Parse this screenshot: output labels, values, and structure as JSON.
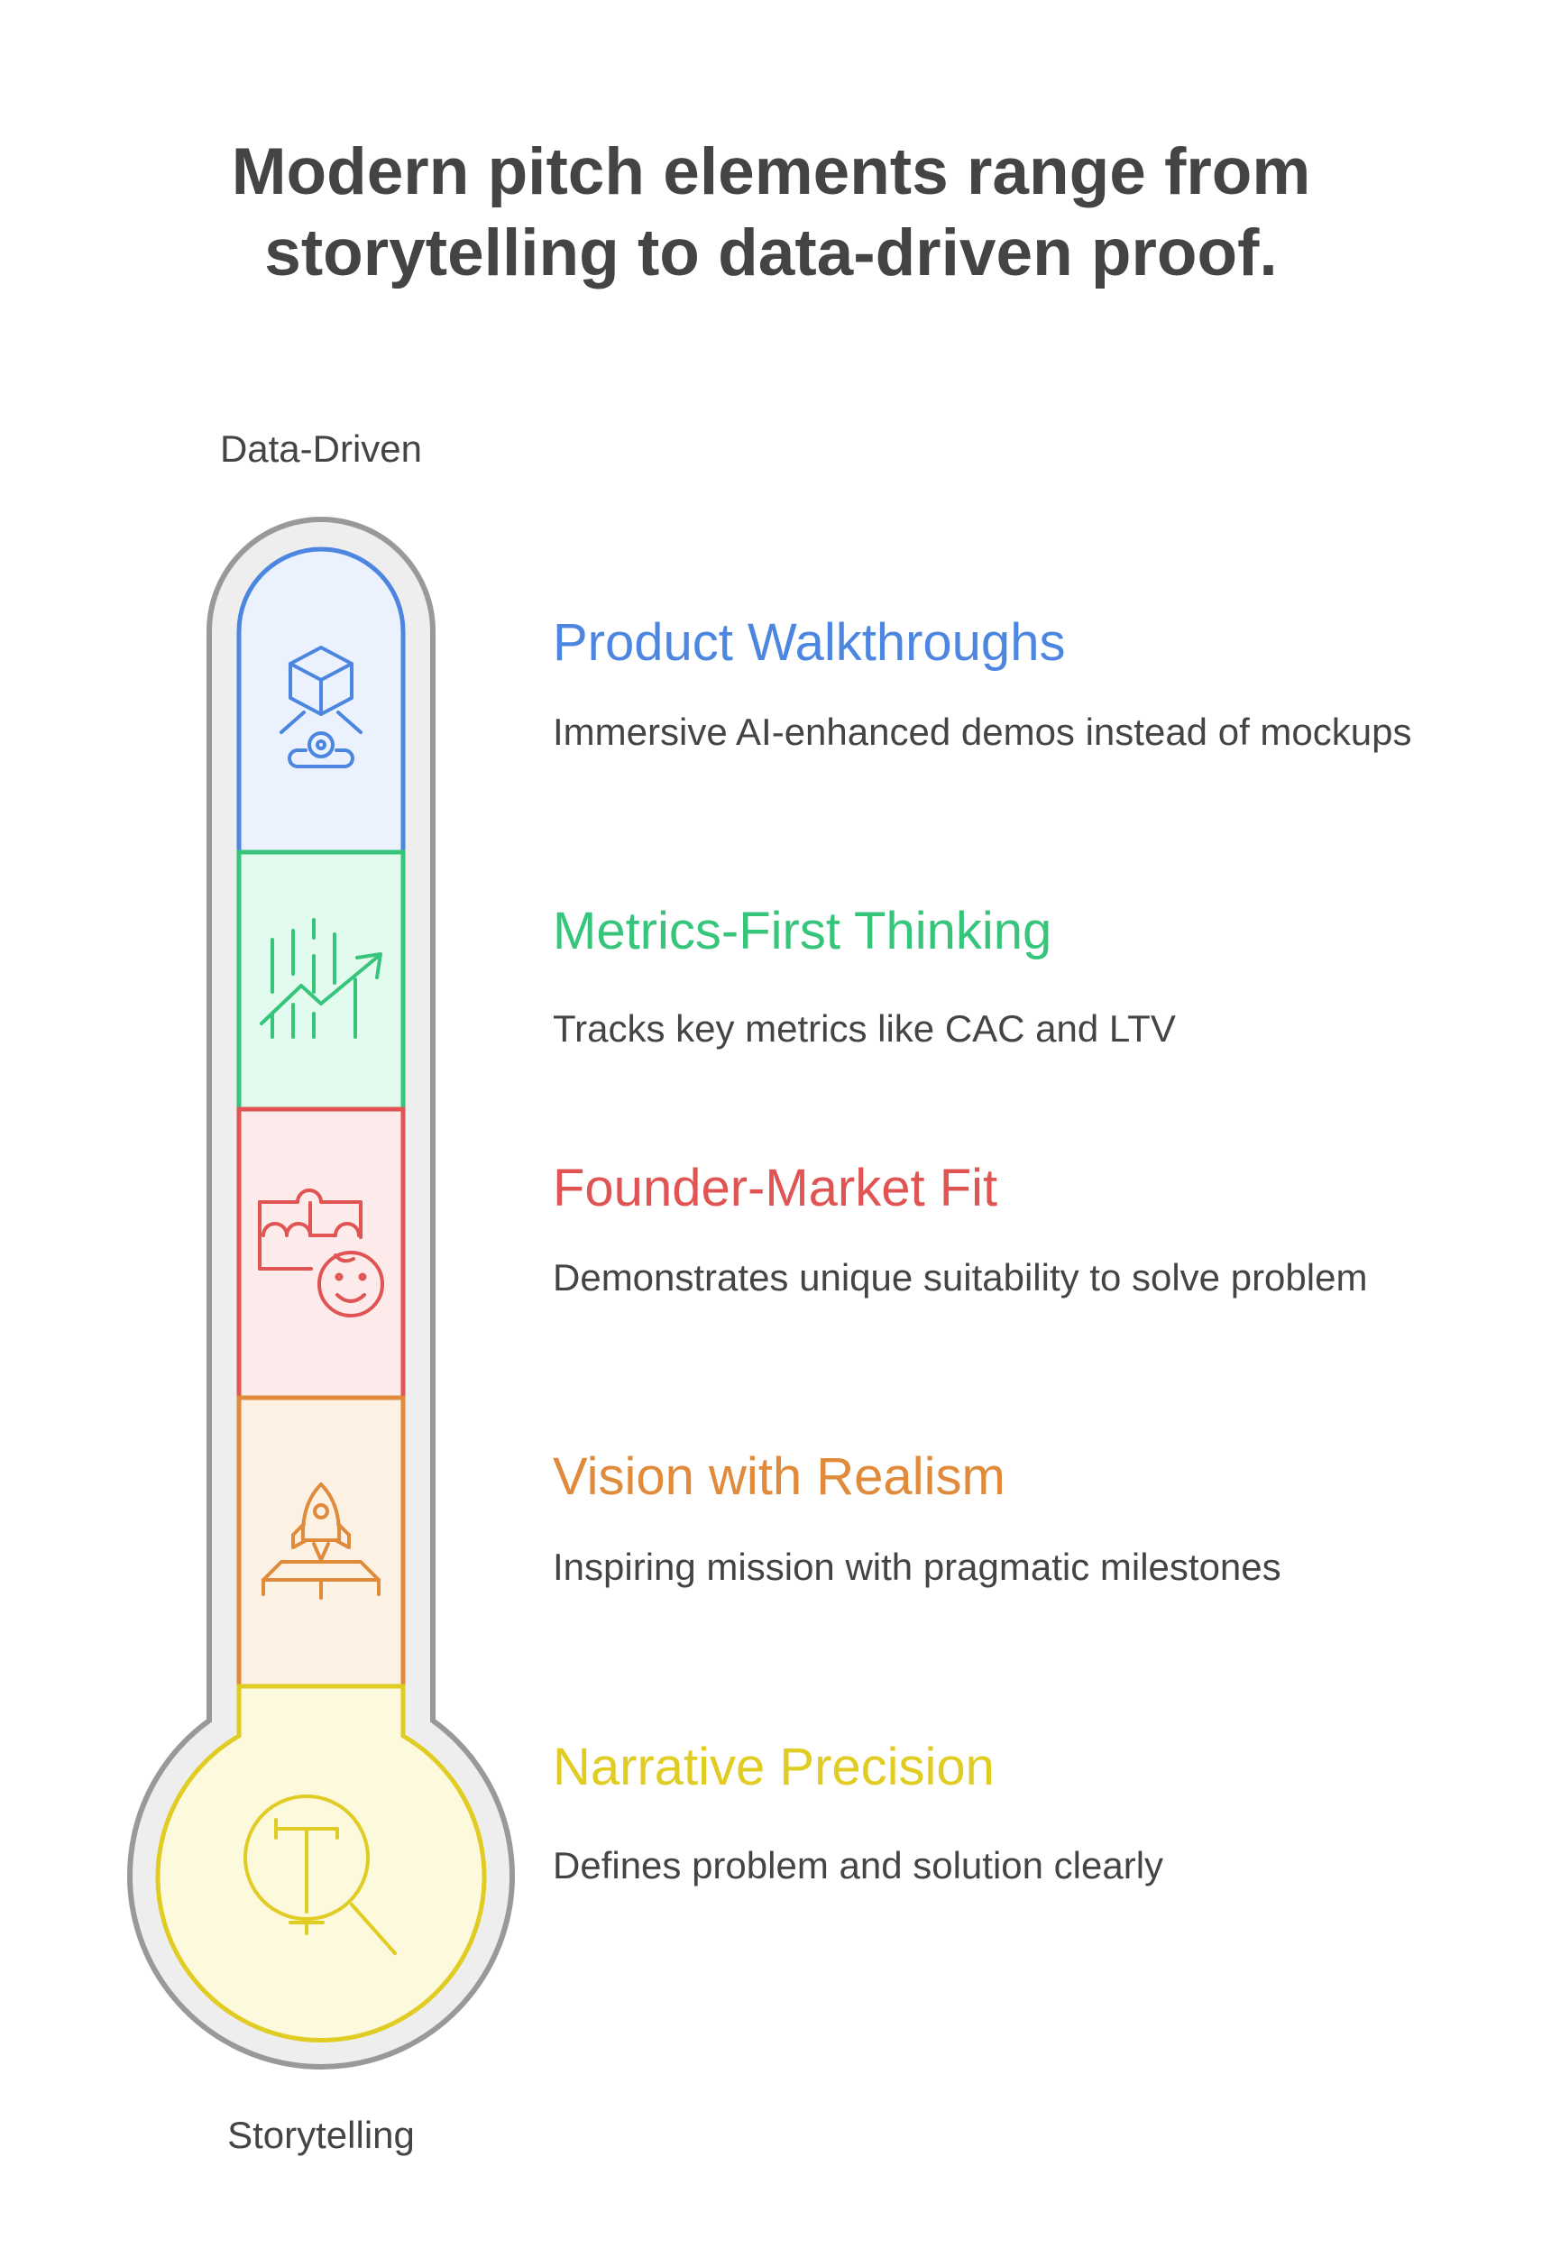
{
  "title": {
    "line1": "Modern pitch elements range from",
    "line2": "storytelling to data-driven proof."
  },
  "scale": {
    "top_label": "Data-Driven",
    "bottom_label": "Storytelling"
  },
  "colors": {
    "text": "#444444",
    "outline": "#999999",
    "outline_fill": "#eeeeee"
  },
  "levels": [
    {
      "heading": "Product Walkthroughs",
      "description": "Immersive AI-enhanced demos instead of mockups",
      "icon": "cube-projector-icon",
      "color": "#4c86e0",
      "fill": "#ebf2fd"
    },
    {
      "heading": "Metrics-First Thinking",
      "description": "Tracks key metrics like CAC and LTV",
      "icon": "growth-chart-icon",
      "color": "#37c57c",
      "fill": "#e3fbef"
    },
    {
      "heading": "Founder-Market Fit",
      "description": "Demonstrates unique suitability to solve problem",
      "icon": "puzzle-face-icon",
      "color": "#e05454",
      "fill": "#fdeaea"
    },
    {
      "heading": "Vision with Realism",
      "description": "Inspiring mission with pragmatic milestones",
      "icon": "rocket-launch-icon",
      "color": "#e08a3c",
      "fill": "#fdf1e4"
    },
    {
      "heading": "Narrative Precision",
      "description": "Defines problem and solution clearly",
      "icon": "text-magnifier-icon",
      "color": "#e0cc22",
      "fill": "#fdf9dd"
    }
  ]
}
